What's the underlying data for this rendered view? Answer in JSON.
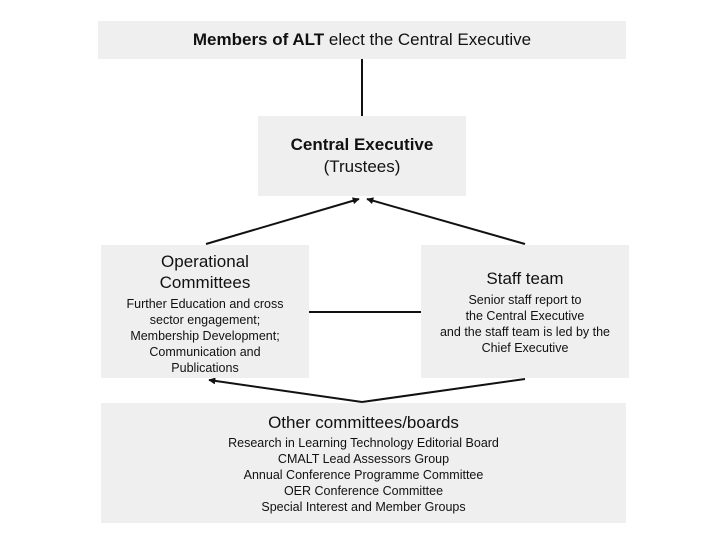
{
  "top": {
    "bold": "Members of ALT",
    "rest": " elect the Central Executive"
  },
  "central": {
    "title": "Central Executive",
    "subtitle": "(Trustees)"
  },
  "operational": {
    "title_line1": "Operational",
    "title_line2": "Committees",
    "description": [
      "Further Education and cross",
      "sector engagement;",
      "Membership Development;",
      "Communication and",
      "Publications"
    ]
  },
  "staff": {
    "title": "Staff team",
    "description": [
      "Senior staff report to",
      "the Central Executive",
      "and the staff team is led by the",
      "Chief Executive"
    ]
  },
  "other": {
    "title": "Other committees/boards",
    "items": [
      "Research in Learning Technology Editorial Board",
      "CMALT Lead Assessors Group",
      "Annual Conference Programme Committee",
      "OER Conference Committee",
      "Special Interest and Member Groups"
    ]
  },
  "colors": {
    "box_fill": "#efefef",
    "line": "#111111"
  }
}
